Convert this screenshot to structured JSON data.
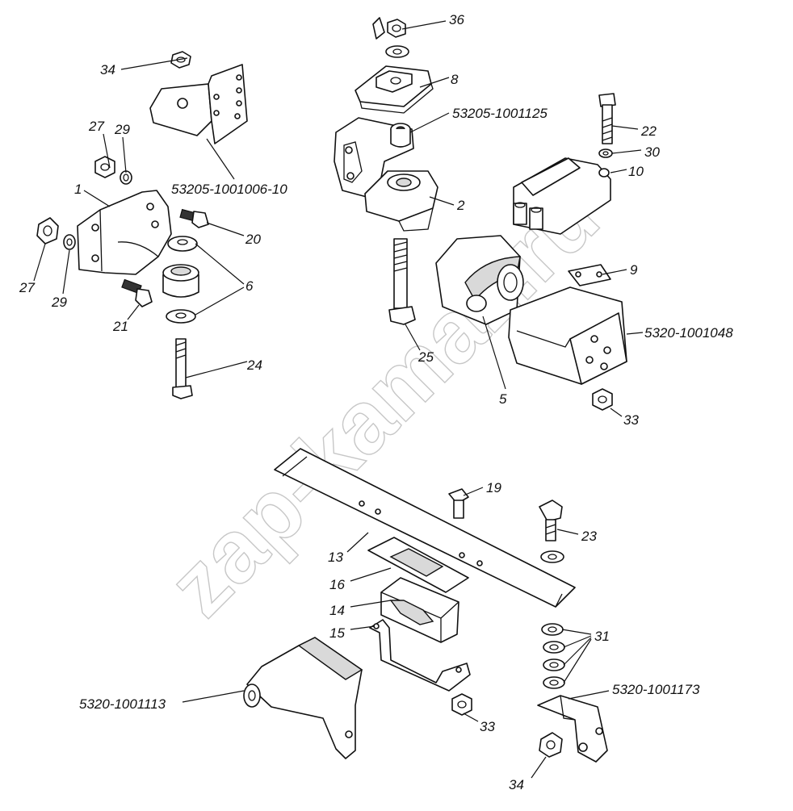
{
  "diagram": {
    "watermark": "zap-kamaz.ru",
    "labels": {
      "l36": "36",
      "l8": "8",
      "l53205_1001125": "53205-1001125",
      "l34_top": "34",
      "l27_top": "27",
      "l29_top": "29",
      "l53205_1001006_10": "53205-1001006-10",
      "l1": "1",
      "l20": "20",
      "l6": "6",
      "l27_left": "27",
      "l29_left": "29",
      "l21": "21",
      "l24": "24",
      "l2": "2",
      "l25": "25",
      "l22": "22",
      "l30": "30",
      "l10": "10",
      "l9": "9",
      "l5320_1001048": "5320-1001048",
      "l5": "5",
      "l33_right": "33",
      "l19": "19",
      "l23": "23",
      "l13": "13",
      "l16": "16",
      "l14": "14",
      "l15": "15",
      "l31": "31",
      "l5320_1001173": "5320-1001173",
      "l5320_1001113": "5320-1001113",
      "l33_bottom": "33",
      "l34_bottom": "34"
    }
  }
}
